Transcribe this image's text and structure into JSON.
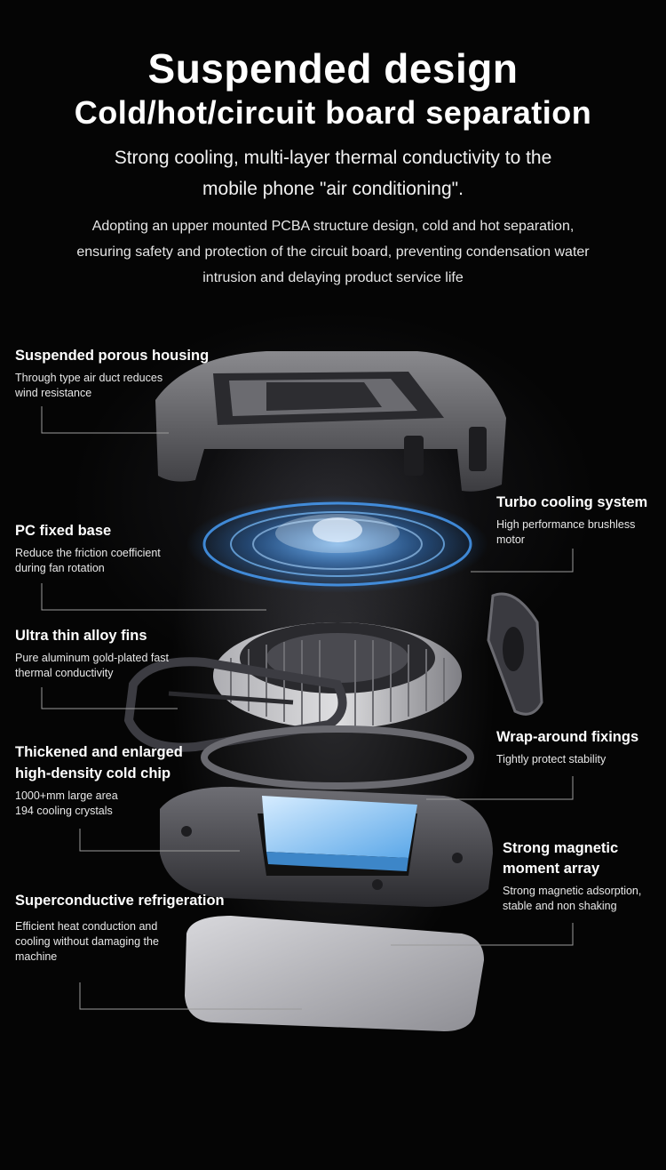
{
  "header": {
    "title": "Suspended design",
    "subtitle": "Cold/hot/circuit board separation",
    "tagline_line1": "Strong cooling, multi-layer thermal conductivity to the",
    "tagline_line2": "mobile phone \"air conditioning\".",
    "description_line1": "Adopting an upper mounted PCBA structure design, cold and hot separation,",
    "description_line2": "ensuring safety and protection of the circuit board, preventing condensation water",
    "description_line3": "intrusion and delaying product service life"
  },
  "features_left": [
    {
      "title": "Suspended porous housing",
      "desc1": "Through type air duct reduces",
      "desc2": "wind resistance"
    },
    {
      "title": "PC fixed base",
      "desc1": "Reduce the friction coefficient",
      "desc2": "during fan rotation"
    },
    {
      "title": "Ultra thin alloy fins",
      "desc1": "Pure aluminum gold-plated fast",
      "desc2": "thermal conductivity"
    },
    {
      "title1": "Thickened and enlarged",
      "title2": "high-density cold chip",
      "desc1": "1000+mm large area",
      "desc2": "194 cooling crystals"
    },
    {
      "title": "Superconductive refrigeration",
      "desc1": "Efficient heat conduction and",
      "desc2": "cooling without damaging the",
      "desc3": "machine"
    }
  ],
  "features_right": [
    {
      "title": "Turbo cooling system",
      "desc1": "High performance brushless",
      "desc2": "motor"
    },
    {
      "title": "Wrap-around fixings",
      "desc1": "Tightly protect stability"
    },
    {
      "title1": "Strong magnetic",
      "title2": "moment array",
      "desc1": "Strong magnetic adsorption,",
      "desc2": "stable and non shaking"
    }
  ],
  "colors": {
    "background": "#050505",
    "text": "#ffffff",
    "leader_line": "#9a9a9a",
    "fan_glow": "#2f8fff",
    "cold_chip": "#8fc8f0"
  }
}
